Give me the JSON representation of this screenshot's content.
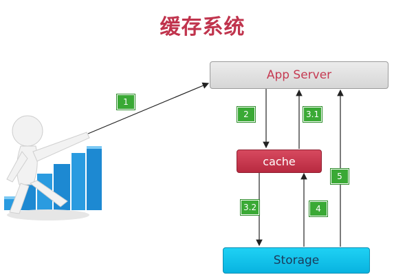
{
  "title": "缓存系统",
  "nodes": {
    "app_server": "App Server",
    "cache": "cache",
    "storage": "Storage"
  },
  "steps": {
    "s1": "1",
    "s2": "2",
    "s3_1": "3.1",
    "s3_2": "3.2",
    "s4": "4",
    "s5": "5"
  },
  "colors": {
    "title": "#c0344d",
    "app_server_text": "#c53a52",
    "cache_fill": "#c8374d",
    "storage_fill": "#12c3ea",
    "step_badge": "#3aa935",
    "bar_chart": "#1f8fd6"
  },
  "icons": {
    "figure": "3d-person-pointing-icon",
    "bar_chart": "bar-chart-icon"
  }
}
